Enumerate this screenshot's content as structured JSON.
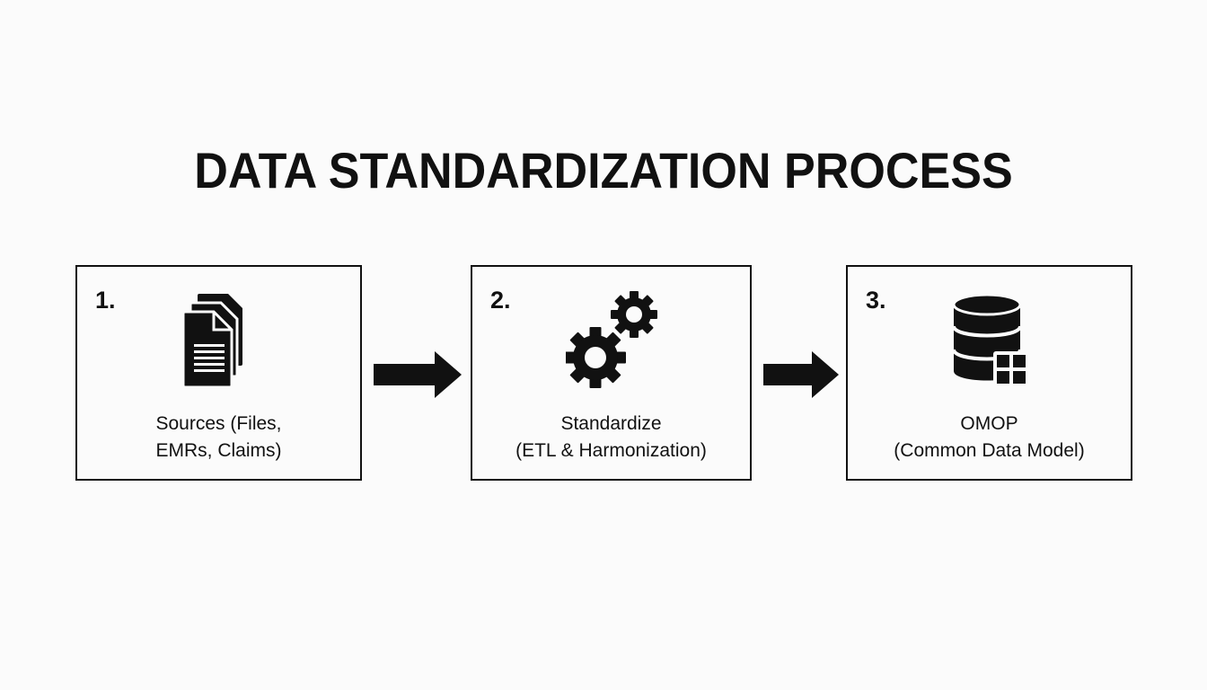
{
  "diagram": {
    "title": "DATA STANDARDIZATION PROCESS",
    "steps": [
      {
        "number": "1.",
        "icon": "documents-icon",
        "label_line1": "Sources (Files,",
        "label_line2": "EMRs, Claims)"
      },
      {
        "number": "2.",
        "icon": "gears-icon",
        "label_line1": "Standardize",
        "label_line2": "(ETL & Harmonization)"
      },
      {
        "number": "3.",
        "icon": "database-icon",
        "label_line1": "OMOP",
        "label_line2": "(Common Data Model)"
      }
    ],
    "connectors": [
      "right-arrow-icon",
      "right-arrow-icon"
    ]
  },
  "colors": {
    "background": "#fbfbfb",
    "ink": "#111111"
  }
}
